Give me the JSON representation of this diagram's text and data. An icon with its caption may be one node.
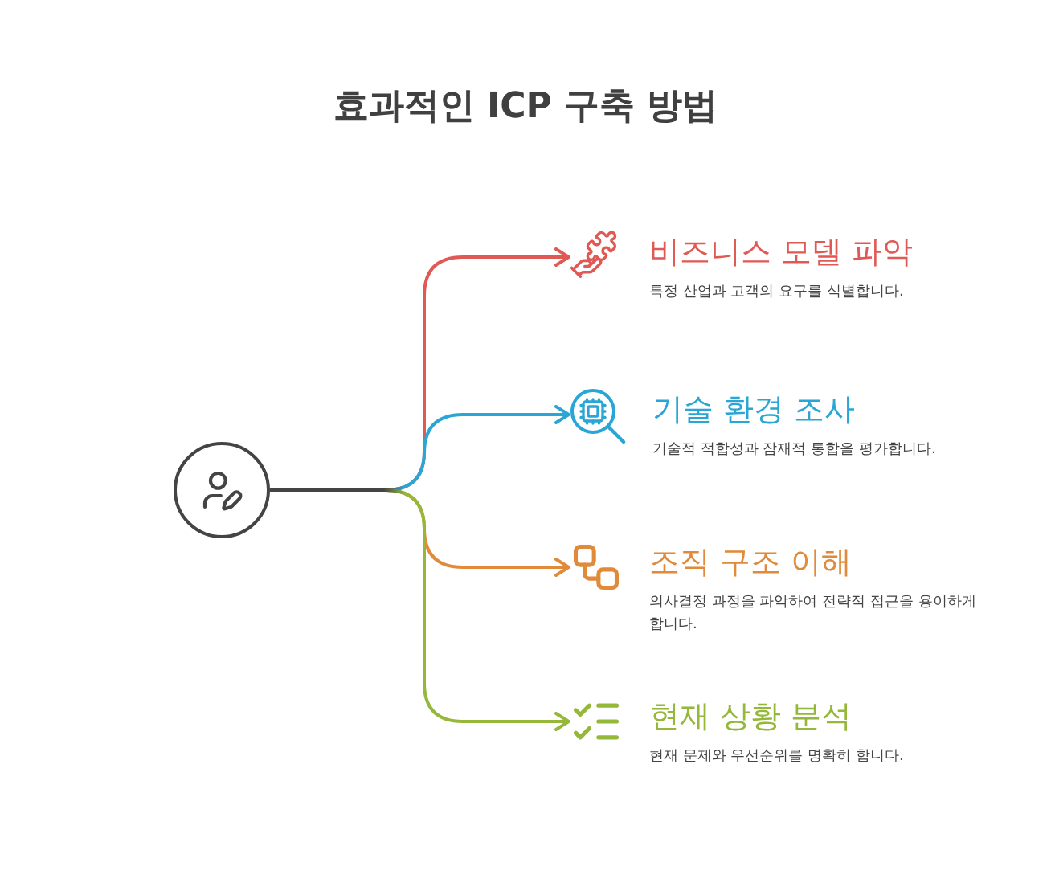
{
  "diagram": {
    "title": "효과적인 ICP 구축 방법",
    "nodes": [
      {
        "text": [],
        "shape": "circle"
      },
      {
        "text": [
          "비즈니스 모델 파악",
          "특정 산업과 고객의 요구를 식별합니다."
        ]
      },
      {
        "text": [
          "기술 환경 조사",
          "기술적 적합성과 잠재적 통합을 평가합니다."
        ]
      },
      {
        "text": [
          "조직 구조 이해",
          "의사결정 과정을 파악하여 전략적 접근을 용이하게 합니다."
        ]
      },
      {
        "text": [
          "현재 상황 분석",
          "현재 문제와 우선순위를 명확히 합니다."
        ]
      }
    ],
    "edges": [
      {
        "from": 0,
        "to": 1,
        "arrow": "to",
        "color": "#e05a55"
      },
      {
        "from": 0,
        "to": 2,
        "arrow": "to",
        "color": "#2aa6d6"
      },
      {
        "from": 0,
        "to": 3,
        "arrow": "to",
        "color": "#e08a3a"
      },
      {
        "from": 0,
        "to": 4,
        "arrow": "to",
        "color": "#95b83a"
      }
    ]
  }
}
